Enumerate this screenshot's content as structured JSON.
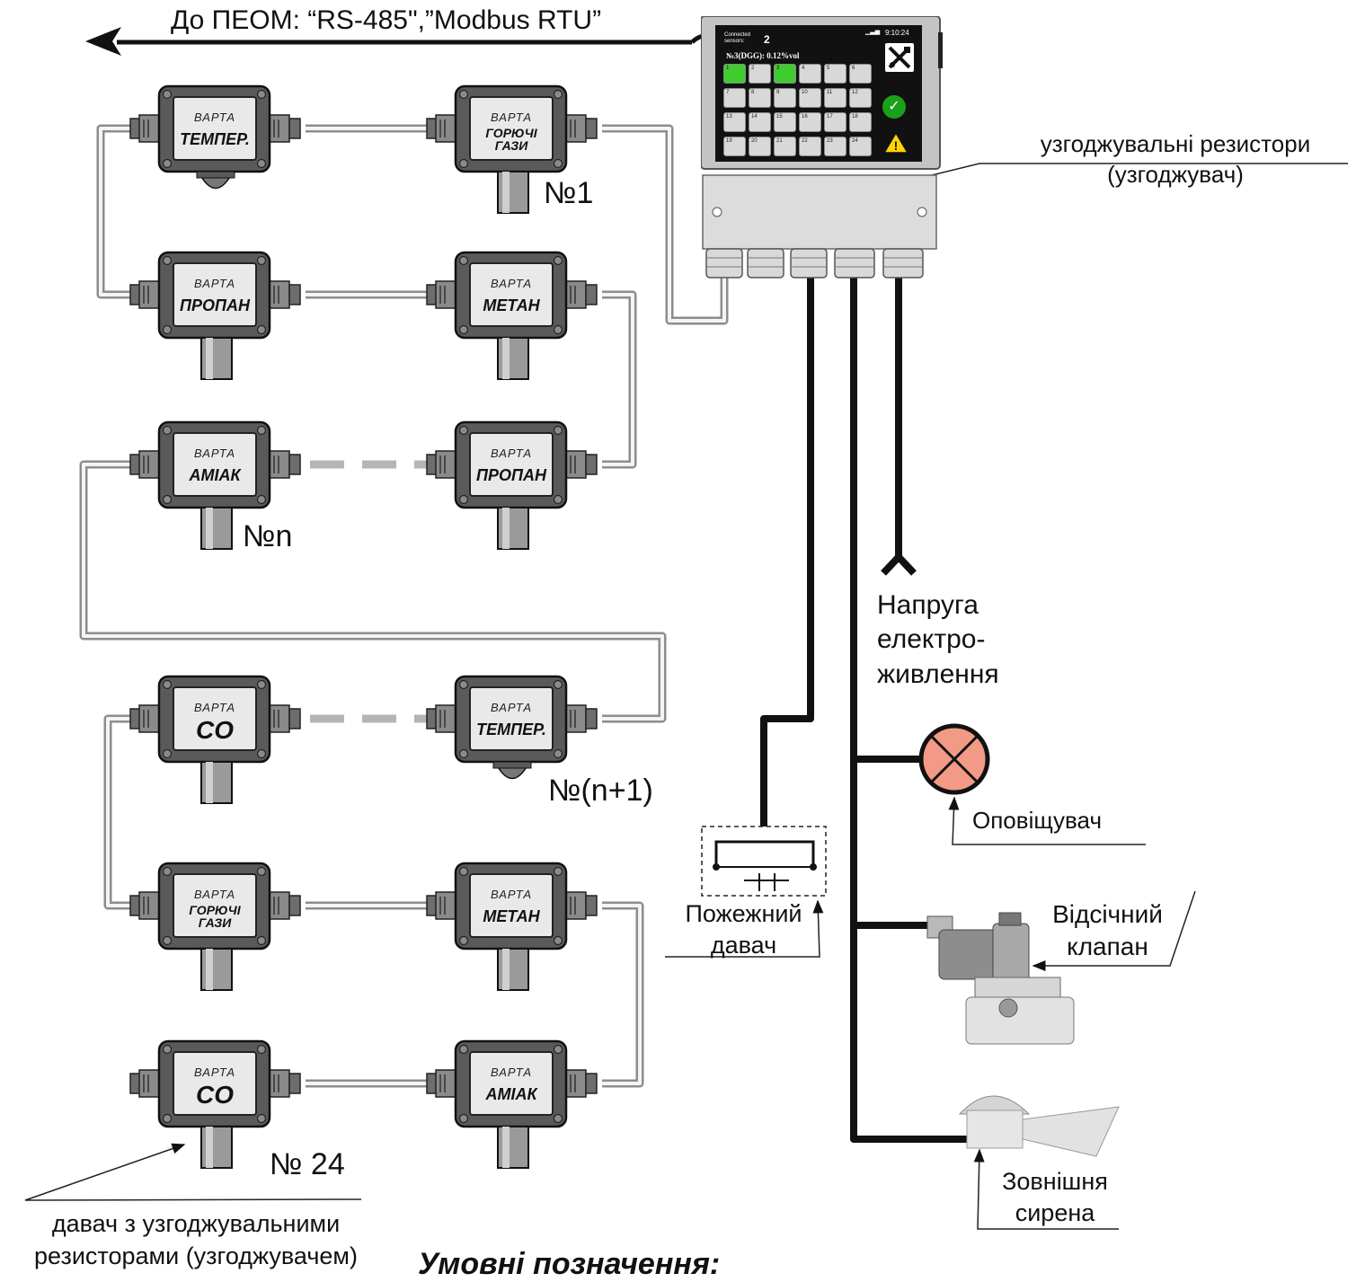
{
  "pc_connection_label": "До ПЕОМ: “RS-485\",”Modbus RTU”",
  "device_brand": "ВАРТА",
  "controller": {
    "connected_label": "Connected sensors:",
    "connected_count": "2",
    "time": "9:10:24",
    "reading": "№3(DGG): 0.12%vol",
    "cells": [
      "1",
      "2",
      "3",
      "4",
      "5",
      "6",
      "7",
      "8",
      "9",
      "10",
      "11",
      "12",
      "13",
      "14",
      "15",
      "16",
      "17",
      "18",
      "19",
      "20",
      "21",
      "22",
      "23",
      "24"
    ],
    "active_cells": [
      1,
      3
    ],
    "colors": {
      "screen": "#111111",
      "active_cell": "#3fcc2f",
      "ok_icon": "#1aa01a",
      "warning_icon": "#ffd400"
    }
  },
  "sensors": [
    {
      "gas": "ТЕМПЕР.",
      "number": ""
    },
    {
      "gas": "ГОРЮЧІ ГАЗИ",
      "number": "№1"
    },
    {
      "gas": "ПРОПАН",
      "number": ""
    },
    {
      "gas": "МЕТАН",
      "number": ""
    },
    {
      "gas": "АМІАК",
      "number": "№n"
    },
    {
      "gas": "ПРОПАН",
      "number": ""
    },
    {
      "gas": "CO",
      "number": ""
    },
    {
      "gas": "ТЕМПЕР.",
      "number": "№(n+1)"
    },
    {
      "gas": "ГОРЮЧІ ГАЗИ",
      "number": ""
    },
    {
      "gas": "МЕТАН",
      "number": ""
    },
    {
      "gas": "CO",
      "number": "№ 24"
    },
    {
      "gas": "АМІАК",
      "number": ""
    }
  ],
  "labels": {
    "terminator": "узгоджувальні резистори (узгоджувач)",
    "power": "Напруга електро- живлення",
    "alarm": "Оповіщувач",
    "valve": "Відсічний клапан",
    "fire_sensor": "Пожежний давач",
    "siren": "Зовнішня сирена",
    "end_sensor": "давач з узгоджувальними резисторами (узгоджувачем)",
    "legend_title": "Умовні позначення:"
  },
  "colors": {
    "cable_gray": "#c8c8c8",
    "cable_black": "#111111",
    "sensor_body": "#5a5a5a",
    "alarm_lamp": "#f39a86"
  }
}
